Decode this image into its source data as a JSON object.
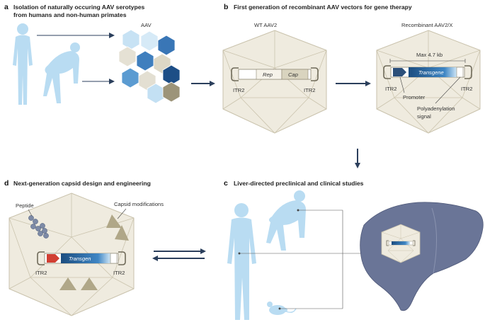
{
  "panels": {
    "a": {
      "letter": "a",
      "title_line1": "Isolation of naturally occuring AAV serotypes",
      "title_line2": "from humans and non-human primates",
      "aav_label": "AAV"
    },
    "b": {
      "letter": "b",
      "title": "First generation of recombinant AAV vectors for  gene therapy",
      "wt_label": "WT AAV2",
      "rep_label": "Rep",
      "cap_label": "Cap",
      "itr_left": "ITR2",
      "itr_right": "ITR2",
      "recombinant_label": "Recombinant AAV2/X",
      "max_size": "Max 4.7 kb",
      "transgene": "Transgene",
      "promoter": "Promoter",
      "polyA_line1": "Polyadenylation",
      "polyA_line2": "signal",
      "itr2_left": "ITR2",
      "itr2_right": "ITR2"
    },
    "c": {
      "letter": "c",
      "title": "Liver-directed preclinical and clinical studies"
    },
    "d": {
      "letter": "d",
      "title": "Next-generation capsid design and engineering",
      "peptide": "Peptide",
      "capsid_mods": "Capsid modifications",
      "transgene": "Transgen",
      "itr_left": "ITR2",
      "itr_right": "ITR2"
    }
  },
  "colors": {
    "capsid_fill": "#efebdf",
    "capsid_stroke": "#c9c2ac",
    "human_blue": "#b9dcf2",
    "transgene_dark": "#1b4d80",
    "transgene_mid": "#3f86c4",
    "promoter": "#2b4f7a",
    "promoter_red": "#d13f33",
    "arrow": "#2b3f5c",
    "liver": "#6a7597",
    "peptide": "#7d8aa6",
    "triangle": "#b0a788"
  }
}
